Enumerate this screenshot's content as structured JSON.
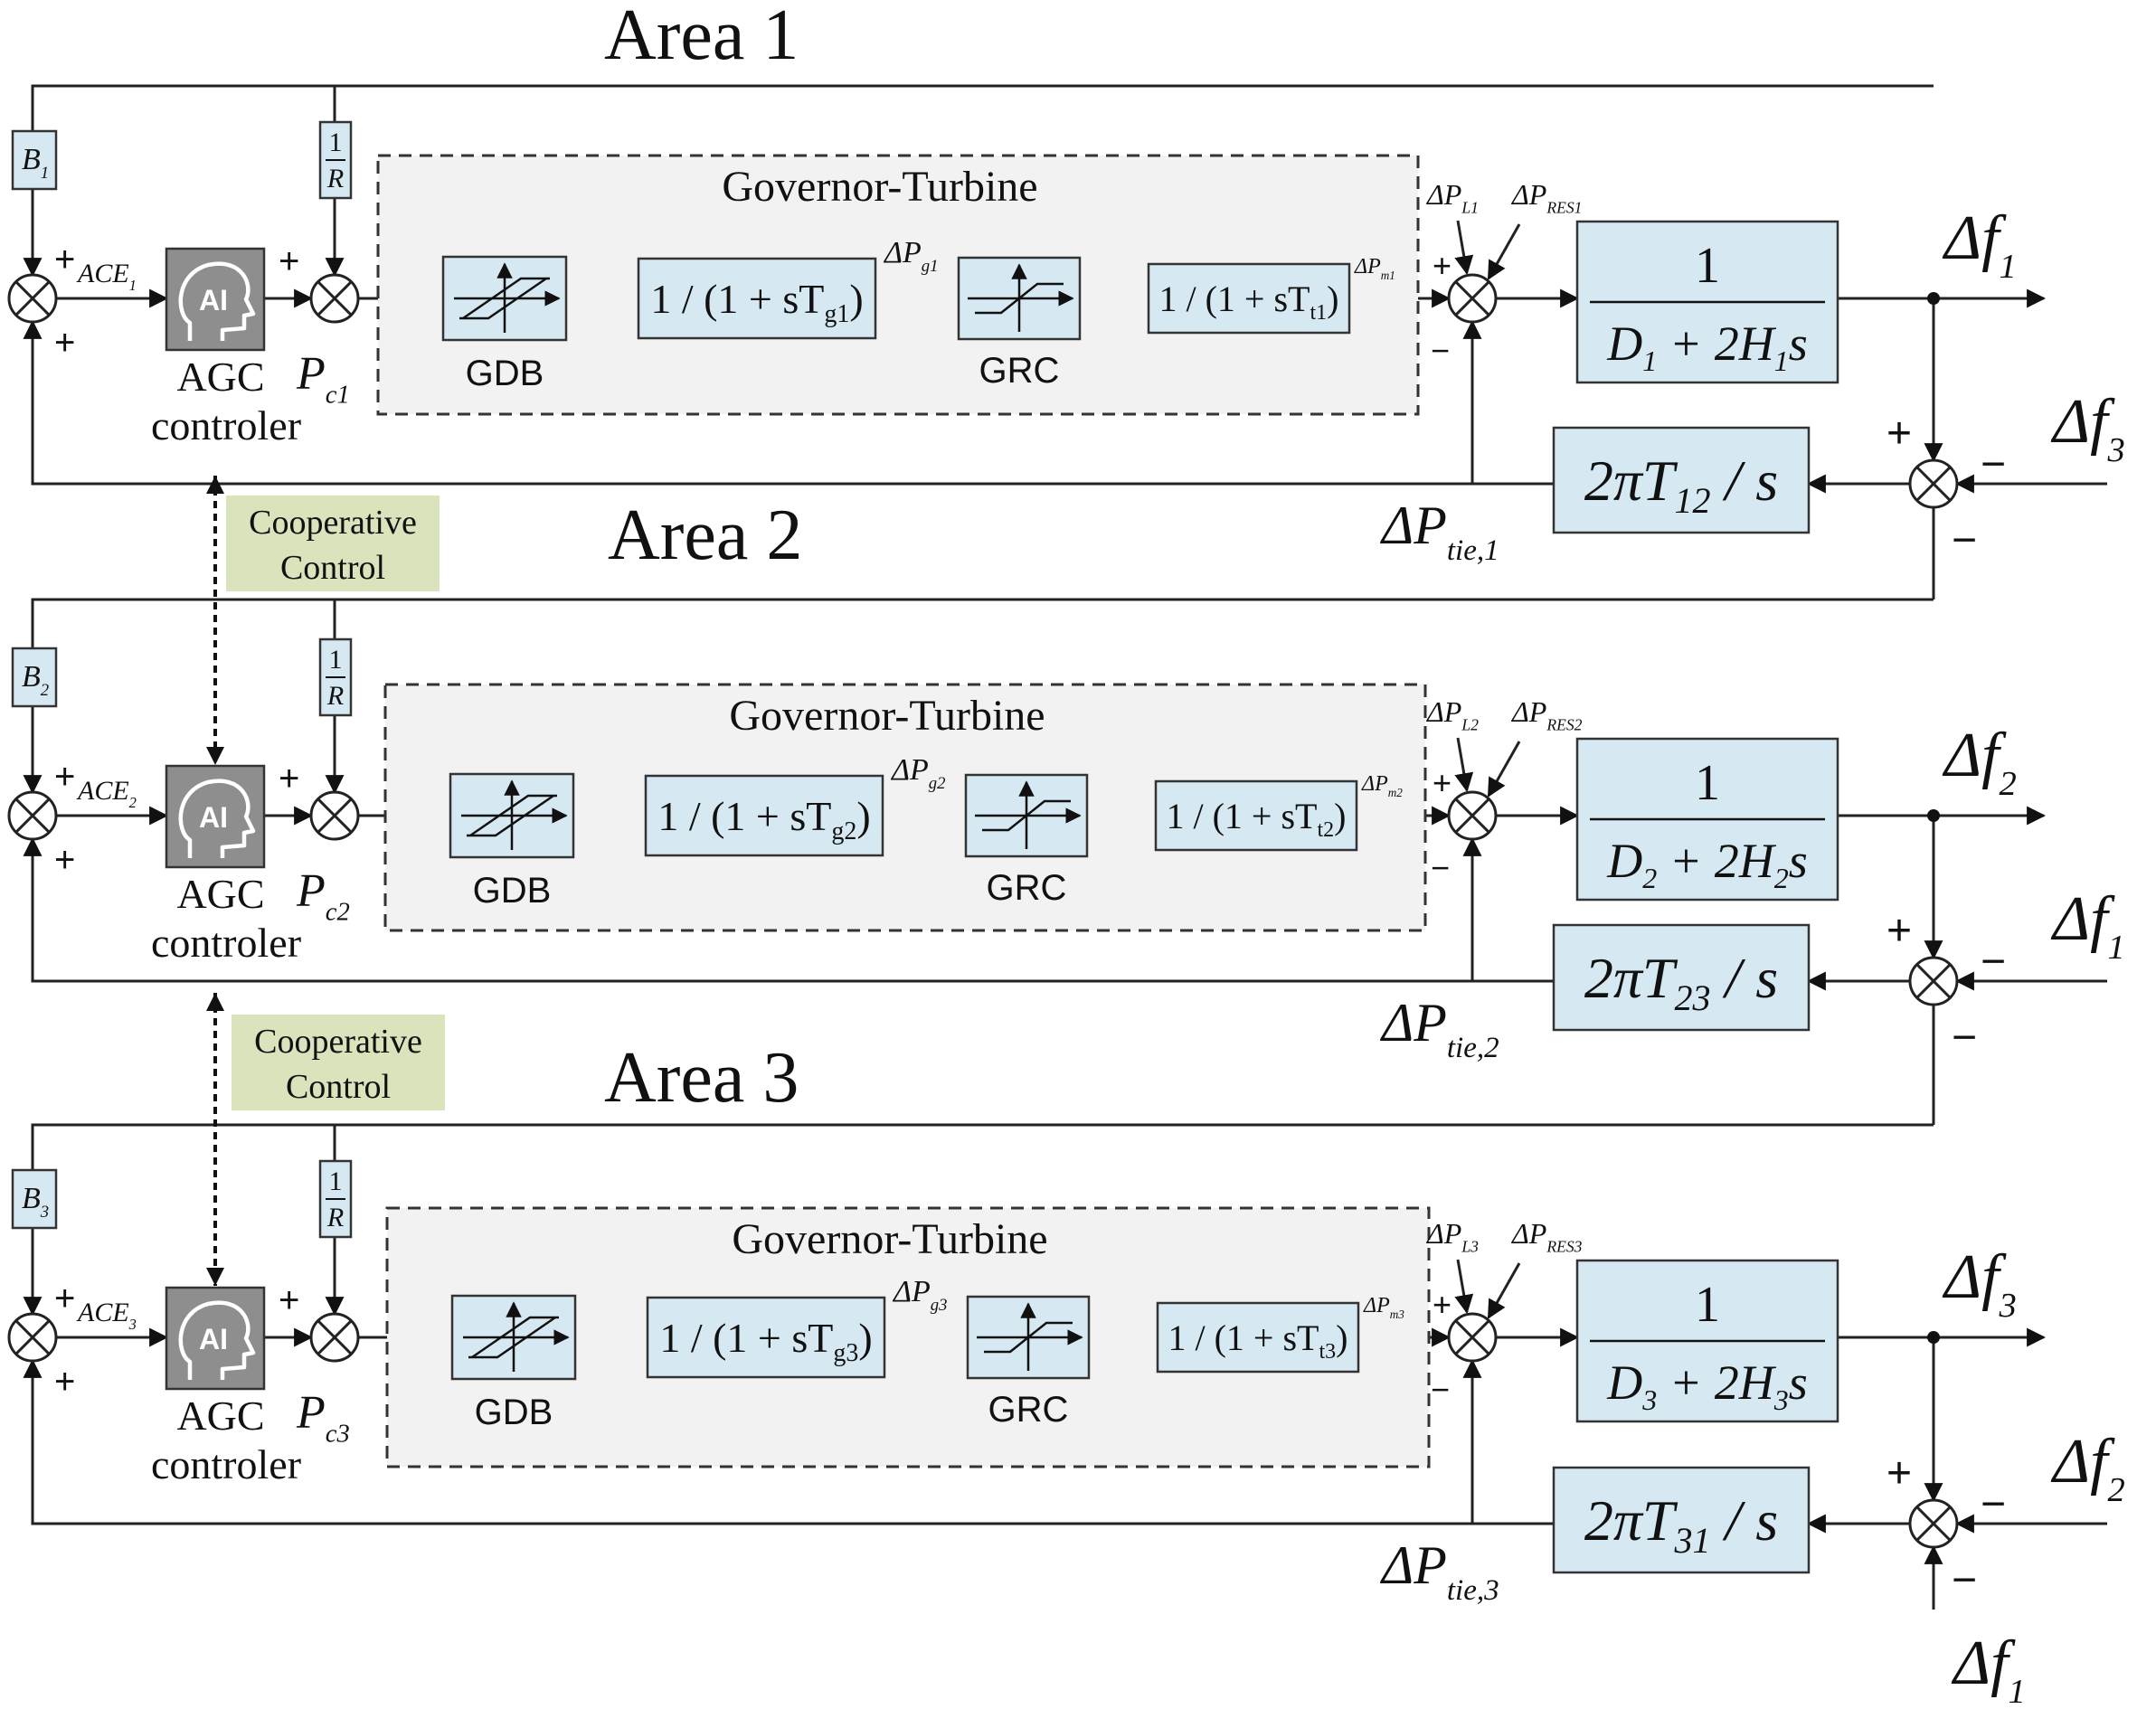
{
  "areas": [
    {
      "title": "Area 1",
      "governor_label": "Governor-Turbine",
      "b_label": "B",
      "b_sub": "1",
      "r_num": "1",
      "r_den": "R",
      "ace_label": "ACE",
      "ace_sub": "1",
      "agc_line1": "AGC",
      "agc_line2": "controler",
      "pc_label": "P",
      "pc_sub": "c1",
      "gdb_label": "GDB",
      "grc_label": "GRC",
      "governor_tf": {
        "pre": "1 / (1 + sT",
        "sub": "g1",
        "post": ")"
      },
      "turbine_tf": {
        "pre": "1 / (1 + sT",
        "sub": "t1",
        "post": ")"
      },
      "dpg": {
        "main": "ΔP",
        "sub": "g1"
      },
      "dpm": {
        "main": "ΔP",
        "sub": "m1"
      },
      "dpl": {
        "main": "ΔP",
        "sub": "L1"
      },
      "dpres": {
        "main": "ΔP",
        "sub": "RES1"
      },
      "plant_num": "1",
      "plant_den": {
        "d": "D",
        "d_sub": "1",
        "mid": " + 2H",
        "h_sub": "1",
        "end": "s"
      },
      "df_out": {
        "main": "Δf",
        "sub": "1"
      },
      "tie_tf": {
        "pre": "2πT",
        "sub": "12",
        "post": " / s"
      },
      "tie_label": {
        "main": "ΔP",
        "sub": "tie,1"
      },
      "df_other": {
        "main": "Δf",
        "sub": "3"
      },
      "signs": {
        "sum1_top": "+",
        "sum1_bottom": "+",
        "sum2_top": "+",
        "sum3_left": "+",
        "sum3_bottom": "−",
        "tie_top": "+",
        "tie_right": "−",
        "tie_bottom": "−"
      }
    },
    {
      "title": "Area 2",
      "governor_label": "Governor-Turbine",
      "b_label": "B",
      "b_sub": "2",
      "r_num": "1",
      "r_den": "R",
      "ace_label": "ACE",
      "ace_sub": "2",
      "agc_line1": "AGC",
      "agc_line2": "controler",
      "pc_label": "P",
      "pc_sub": "c2",
      "gdb_label": "GDB",
      "grc_label": "GRC",
      "governor_tf": {
        "pre": "1 / (1 + sT",
        "sub": "g2",
        "post": ")"
      },
      "turbine_tf": {
        "pre": "1 / (1 + sT",
        "sub": "t2",
        "post": ")"
      },
      "dpg": {
        "main": "ΔP",
        "sub": "g2"
      },
      "dpm": {
        "main": "ΔP",
        "sub": "m2"
      },
      "dpl": {
        "main": "ΔP",
        "sub": "L2"
      },
      "dpres": {
        "main": "ΔP",
        "sub": "RES2"
      },
      "plant_num": "1",
      "plant_den": {
        "d": "D",
        "d_sub": "2",
        "mid": " + 2H",
        "h_sub": "2",
        "end": "s"
      },
      "df_out": {
        "main": "Δf",
        "sub": "2"
      },
      "tie_tf": {
        "pre": "2πT",
        "sub": "23",
        "post": " / s"
      },
      "tie_label": {
        "main": "ΔP",
        "sub": "tie,2"
      },
      "df_other": {
        "main": "Δf",
        "sub": "1"
      },
      "signs": {
        "sum1_top": "+",
        "sum1_bottom": "+",
        "sum2_top": "+",
        "sum3_left": "+",
        "sum3_bottom": "−",
        "tie_top": "+",
        "tie_right": "−",
        "tie_bottom": "−"
      }
    },
    {
      "title": "Area 3",
      "governor_label": "Governor-Turbine",
      "b_label": "B",
      "b_sub": "3",
      "r_num": "1",
      "r_den": "R",
      "ace_label": "ACE",
      "ace_sub": "3",
      "agc_line1": "AGC",
      "agc_line2": "controler",
      "pc_label": "P",
      "pc_sub": "c3",
      "gdb_label": "GDB",
      "grc_label": "GRC",
      "governor_tf": {
        "pre": "1 / (1 + sT",
        "sub": "g3",
        "post": ")"
      },
      "turbine_tf": {
        "pre": "1 / (1 + sT",
        "sub": "t3",
        "post": ")"
      },
      "dpg": {
        "main": "ΔP",
        "sub": "g3"
      },
      "dpm": {
        "main": "ΔP",
        "sub": "m3"
      },
      "dpl": {
        "main": "ΔP",
        "sub": "L3"
      },
      "dpres": {
        "main": "ΔP",
        "sub": "RES3"
      },
      "plant_num": "1",
      "plant_den": {
        "d": "D",
        "d_sub": "3",
        "mid": " + 2H",
        "h_sub": "3",
        "end": "s"
      },
      "df_out": {
        "main": "Δf",
        "sub": "3"
      },
      "tie_tf": {
        "pre": "2πT",
        "sub": "31",
        "post": " / s"
      },
      "tie_label": {
        "main": "ΔP",
        "sub": "tie,3"
      },
      "df_other": {
        "main": "Δf",
        "sub": "2"
      },
      "df_extra": {
        "main": "Δf",
        "sub": "1"
      },
      "signs": {
        "sum1_top": "+",
        "sum1_bottom": "+",
        "sum2_top": "+",
        "sum3_left": "+",
        "sum3_bottom": "−",
        "tie_top": "+",
        "tie_right": "−",
        "tie_bottom": "−"
      }
    }
  ],
  "cooperative": [
    {
      "line1": "Cooperative",
      "line2": "Control"
    },
    {
      "line1": "Cooperative",
      "line2": "Control"
    }
  ],
  "ai_icon_text": "AI",
  "colors": {
    "block_fill": "#d6e9f2",
    "governor_bg": "#f2f2f2",
    "cooperative_fill": "#d9e4bc",
    "ai_fill": "#8e8e8e"
  }
}
